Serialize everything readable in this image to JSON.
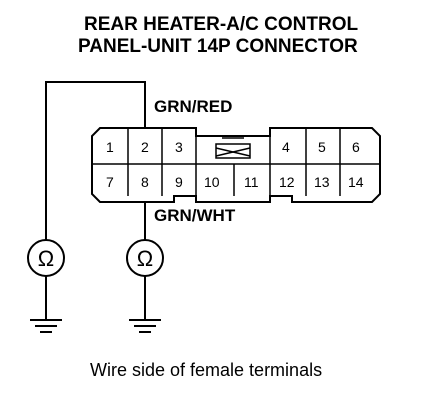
{
  "title": {
    "line1": "REAR HEATER-A/C CONTROL",
    "line2": "PANEL-UNIT 14P CONNECTOR"
  },
  "wire_labels": {
    "top": "GRN/RED",
    "bottom": "GRN/WHT"
  },
  "connector": {
    "top_row": [
      "1",
      "2",
      "3",
      "4",
      "5",
      "6"
    ],
    "bottom_row": [
      "7",
      "8",
      "9",
      "10",
      "11",
      "12",
      "13",
      "14"
    ]
  },
  "meters": {
    "left_symbol": "Ω",
    "right_symbol": "Ω"
  },
  "caption": "Wire side of female terminals"
}
